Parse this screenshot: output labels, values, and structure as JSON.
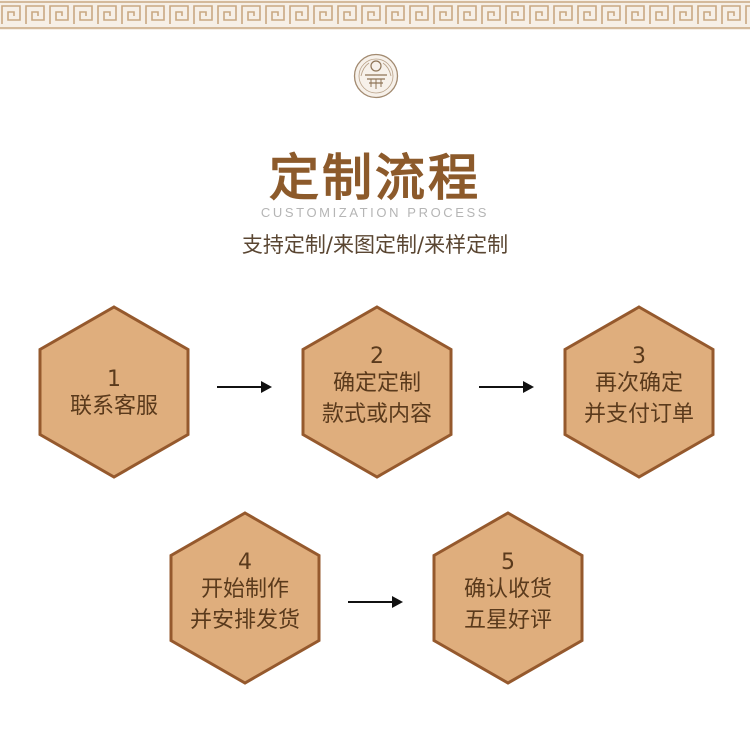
{
  "header": {
    "title": "定制流程",
    "subtitle_en": "CUSTOMIZATION PROCESS",
    "subtitle_cn": "支持定制/来图定制/来样定制"
  },
  "steps": [
    {
      "num": "1",
      "line1": "联系客服",
      "line2": ""
    },
    {
      "num": "2",
      "line1": "确定定制",
      "line2": "款式或内容"
    },
    {
      "num": "3",
      "line1": "再次确定",
      "line2": "并支付订单"
    },
    {
      "num": "4",
      "line1": "开始制作",
      "line2": "并安排发货"
    },
    {
      "num": "5",
      "line1": "确认收货",
      "line2": "五星好评"
    }
  ],
  "colors": {
    "hex_fill": "#dfae7d",
    "hex_border": "#95592d",
    "title": "#8c5a2b",
    "text": "#5a3a1c"
  },
  "icons": {
    "emblem": "ornamental-seal-icon",
    "arrow": "right-arrow-icon"
  }
}
